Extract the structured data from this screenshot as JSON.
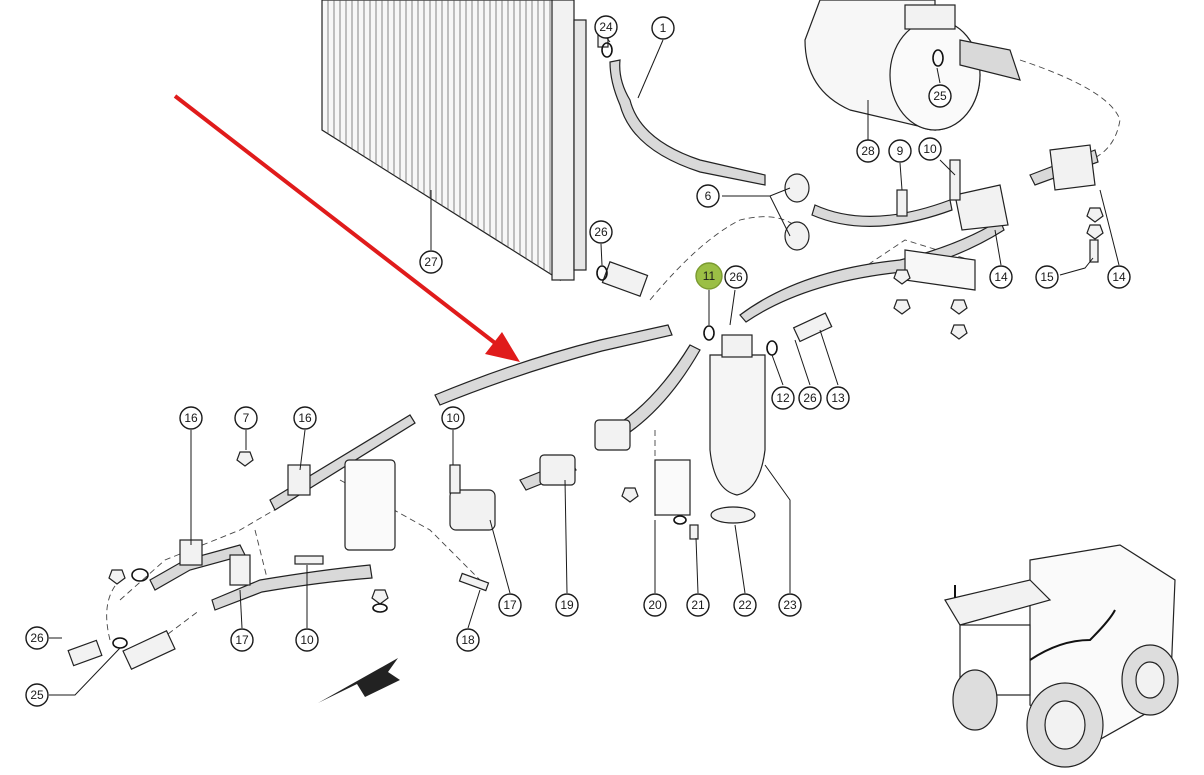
{
  "colors": {
    "pointer_arrow": "#e01b1b",
    "highlight_callout": "#9bbf45",
    "direction_arrow": "#222222"
  },
  "callouts": [
    {
      "id": "c1",
      "label": "1"
    },
    {
      "id": "c24",
      "label": "24"
    },
    {
      "id": "c25a",
      "label": "25"
    },
    {
      "id": "c28",
      "label": "28"
    },
    {
      "id": "c9",
      "label": "9"
    },
    {
      "id": "c10a",
      "label": "10"
    },
    {
      "id": "c6",
      "label": "6"
    },
    {
      "id": "c26a",
      "label": "26"
    },
    {
      "id": "c27",
      "label": "27"
    },
    {
      "id": "c11",
      "label": "11",
      "highlighted": true
    },
    {
      "id": "c26b",
      "label": "26"
    },
    {
      "id": "c14a",
      "label": "14"
    },
    {
      "id": "c14b",
      "label": "14"
    },
    {
      "id": "c15",
      "label": "15"
    },
    {
      "id": "c12",
      "label": "12"
    },
    {
      "id": "c26c",
      "label": "26"
    },
    {
      "id": "c13",
      "label": "13"
    },
    {
      "id": "c16a",
      "label": "16"
    },
    {
      "id": "c7",
      "label": "7"
    },
    {
      "id": "c16b",
      "label": "16"
    },
    {
      "id": "c10b",
      "label": "10"
    },
    {
      "id": "c17a",
      "label": "17"
    },
    {
      "id": "c19",
      "label": "19"
    },
    {
      "id": "c20",
      "label": "20"
    },
    {
      "id": "c21",
      "label": "21"
    },
    {
      "id": "c22",
      "label": "22"
    },
    {
      "id": "c23",
      "label": "23"
    },
    {
      "id": "c18",
      "label": "18"
    },
    {
      "id": "c17b",
      "label": "17"
    },
    {
      "id": "c10c",
      "label": "10"
    },
    {
      "id": "c26d",
      "label": "26"
    },
    {
      "id": "c25b",
      "label": "25"
    }
  ],
  "icons": {
    "pointer": "red-pointer-arrow-icon",
    "direction": "black-direction-arrow-icon",
    "machine": "forage-harvester-thumbnail-icon"
  }
}
